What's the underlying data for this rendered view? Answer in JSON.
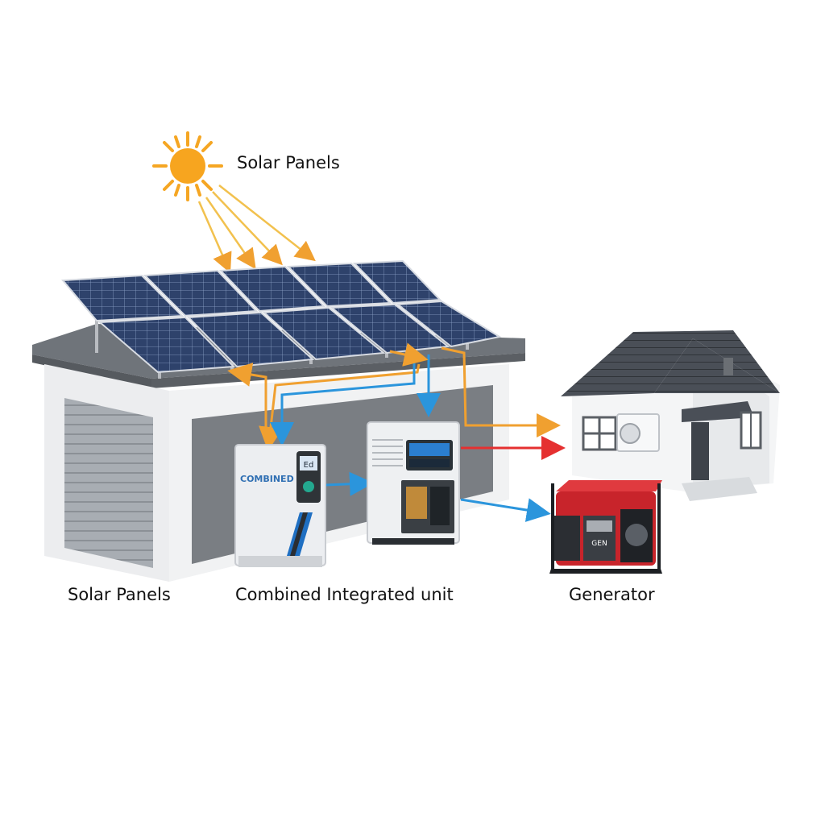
{
  "labels": {
    "top": "Solar Panels",
    "bottom_left": "Solar Panels",
    "bottom_center": "Combined Integrated unit",
    "bottom_right": "Generator"
  },
  "device_texts": {
    "unit_brand": "COMBINED",
    "unit_screen": "Ed",
    "generator_badge": "GEN"
  },
  "colors": {
    "sun": "#f5a623",
    "solar_flow": "#f0a030",
    "dc_flow": "#2b95dc",
    "grid_flow": "#e53030",
    "generator_body": "#c8242b",
    "panel": "#2b3d63"
  }
}
